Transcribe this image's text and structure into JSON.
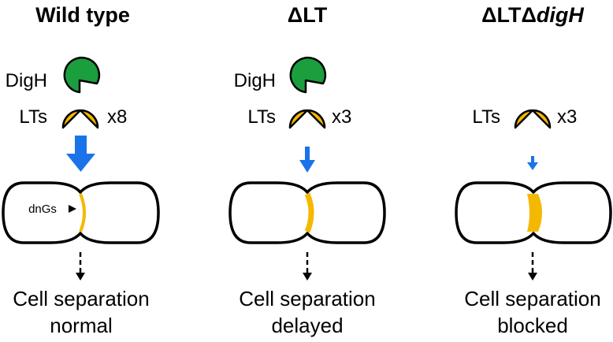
{
  "colors": {
    "digh": "#1a9e3e",
    "lts": "#f5b800",
    "arrow": "#1a73e8",
    "stroke": "#000000"
  },
  "panels": [
    {
      "id": "wild-type",
      "title": "Wild type",
      "title_italic_suffix": "",
      "digh_label": "DigH",
      "lts_label": "LTs",
      "lts_count": "x8",
      "septum_label": "dnGs",
      "outcome_line1": "Cell separation",
      "outcome_line2": "normal"
    },
    {
      "id": "delta-lt",
      "title": "ΔLT",
      "title_italic_suffix": "",
      "digh_label": "DigH",
      "lts_label": "LTs",
      "lts_count": "x3",
      "septum_label": "",
      "outcome_line1": "Cell separation",
      "outcome_line2": "delayed"
    },
    {
      "id": "delta-lt-delta-digh",
      "title": "ΔLTΔ",
      "title_italic_suffix": "digH",
      "digh_label": "",
      "lts_label": "LTs",
      "lts_count": "x3",
      "septum_label": "",
      "outcome_line1": "Cell separation",
      "outcome_line2": "blocked"
    }
  ]
}
